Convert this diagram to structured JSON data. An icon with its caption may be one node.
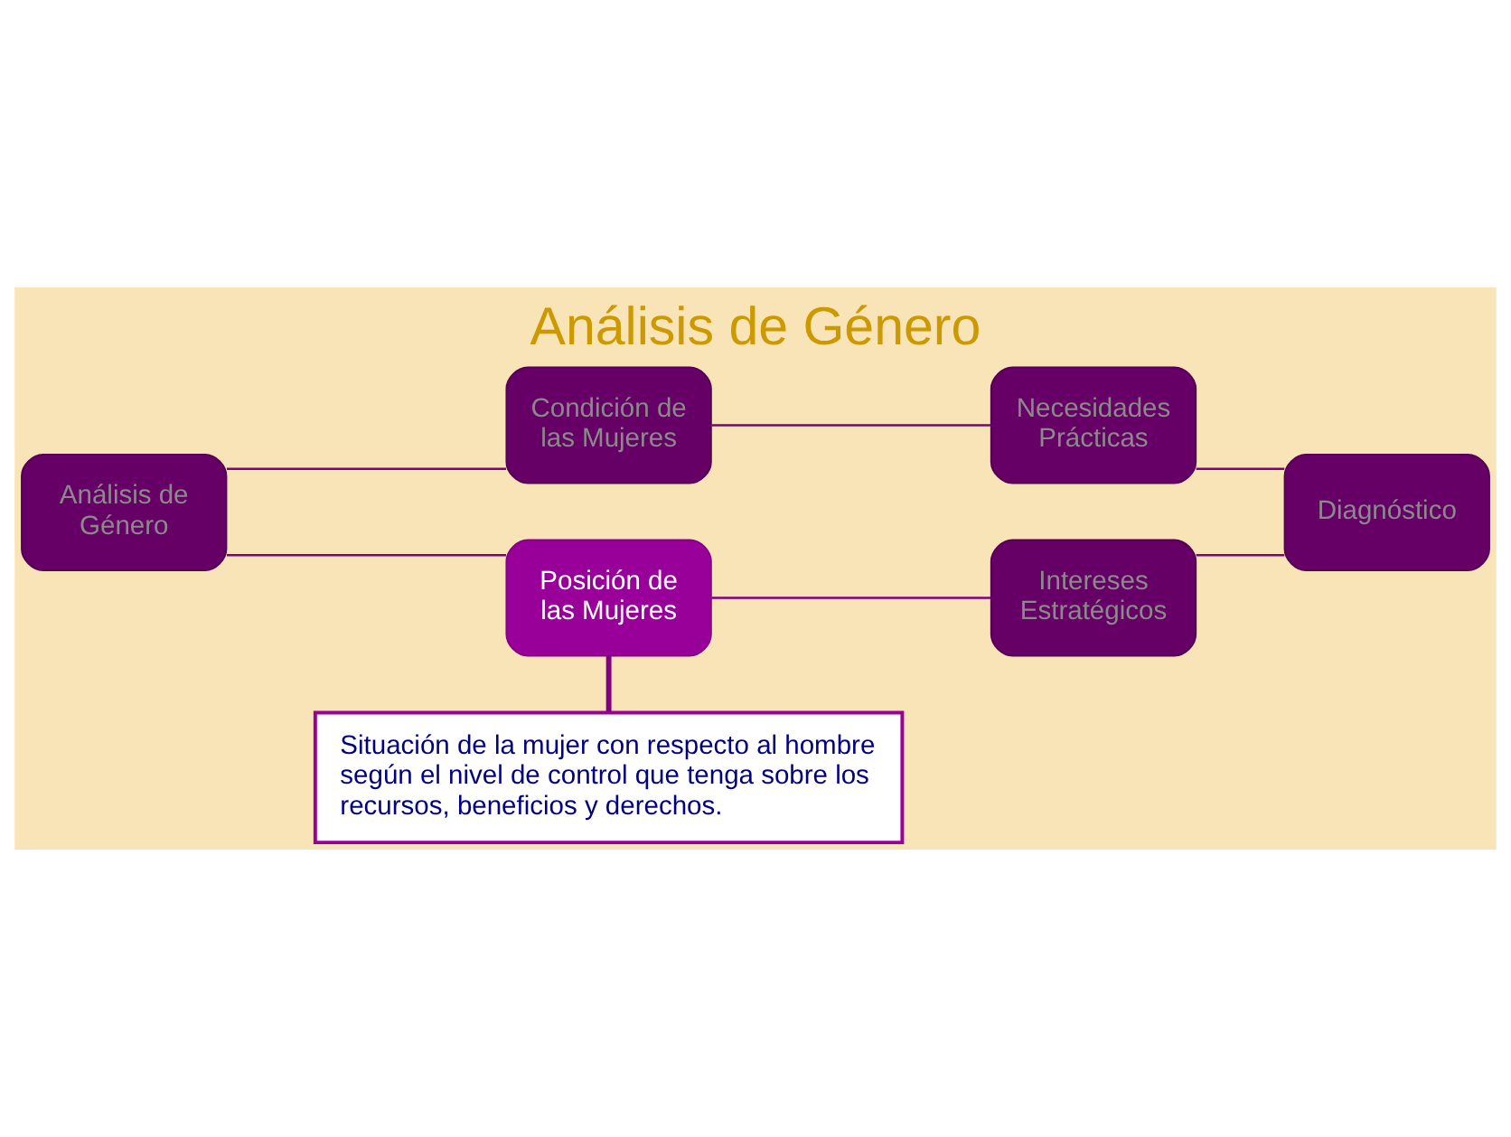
{
  "diagram": {
    "title": "Análisis de Género",
    "nodes": [
      {
        "text": [
          "Análisis de Género"
        ]
      },
      {
        "text": [
          "Condición de las Mujeres"
        ]
      },
      {
        "text": [
          "Necesidades Prácticas"
        ]
      },
      {
        "text": [
          "Diagnóstico"
        ]
      },
      {
        "text": [
          "Posición de las Mujeres"
        ]
      },
      {
        "text": [
          "Intereses Estratégicos"
        ]
      },
      {
        "text": [
          "Situación de la mujer con respecto al hombre según el nivel de control que tenga sobre los recursos, beneficios y derechos."
        ]
      }
    ],
    "edges": [
      {
        "from": 0,
        "to": 1,
        "arrow": "none"
      },
      {
        "from": 1,
        "to": 2,
        "arrow": "none"
      },
      {
        "from": 2,
        "to": 3,
        "arrow": "none"
      },
      {
        "from": 0,
        "to": 4,
        "arrow": "none"
      },
      {
        "from": 4,
        "to": 5,
        "arrow": "none"
      },
      {
        "from": 5,
        "to": 3,
        "arrow": "none"
      },
      {
        "from": 4,
        "to": 6,
        "arrow": "none",
        "style": "thick"
      }
    ]
  }
}
